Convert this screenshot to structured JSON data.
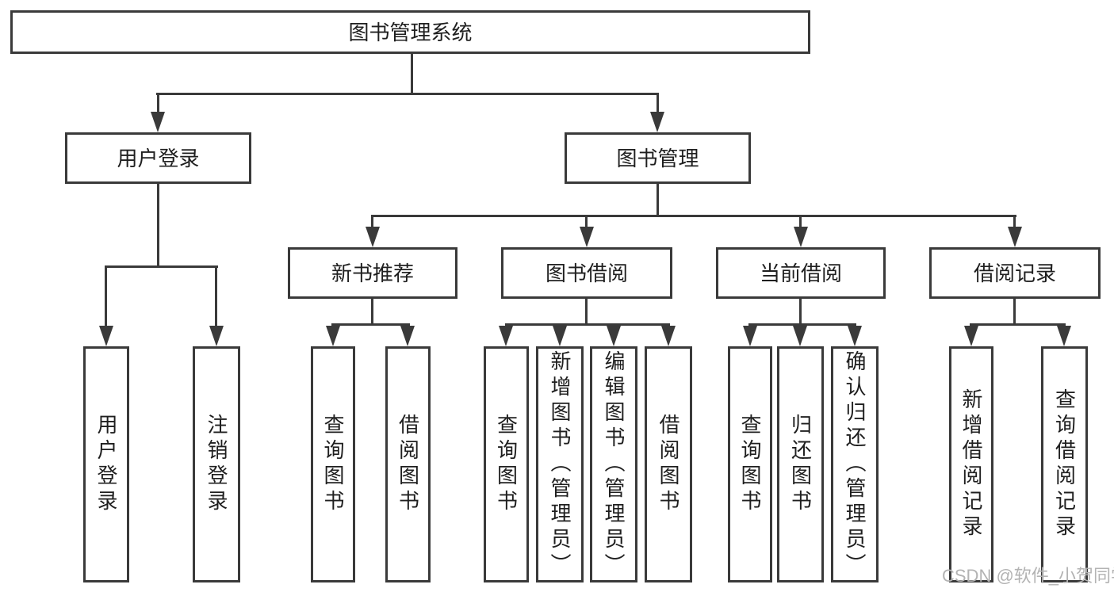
{
  "diagram": {
    "type": "tree",
    "colors": {
      "line": "#3a3a3a",
      "text": "#1f1f1f",
      "box-bg": "#ffffff",
      "watermark": "#b3b3b3"
    },
    "root": {
      "label": "图书管理系统",
      "children": [
        {
          "label": "用户登录",
          "children": [
            {
              "label": "用户登录"
            },
            {
              "label": "注销登录"
            }
          ]
        },
        {
          "label": "图书管理",
          "children": [
            {
              "label": "新书推荐",
              "children": [
                {
                  "label": "查询图书"
                },
                {
                  "label": "借阅图书"
                }
              ]
            },
            {
              "label": "图书借阅",
              "children": [
                {
                  "label": "查询图书"
                },
                {
                  "label": "新增图书（管理员）"
                },
                {
                  "label": "编辑图书（管理员）"
                },
                {
                  "label": "借阅图书"
                }
              ]
            },
            {
              "label": "当前借阅",
              "children": [
                {
                  "label": "查询图书"
                },
                {
                  "label": "归还图书"
                },
                {
                  "label": "确认归还（管理员）"
                }
              ]
            },
            {
              "label": "借阅记录",
              "children": [
                {
                  "label": "新增借阅记录"
                },
                {
                  "label": "查询借阅记录"
                }
              ]
            }
          ]
        }
      ]
    },
    "watermark": {
      "text": "CSDN @软件_小贺同学"
    }
  }
}
